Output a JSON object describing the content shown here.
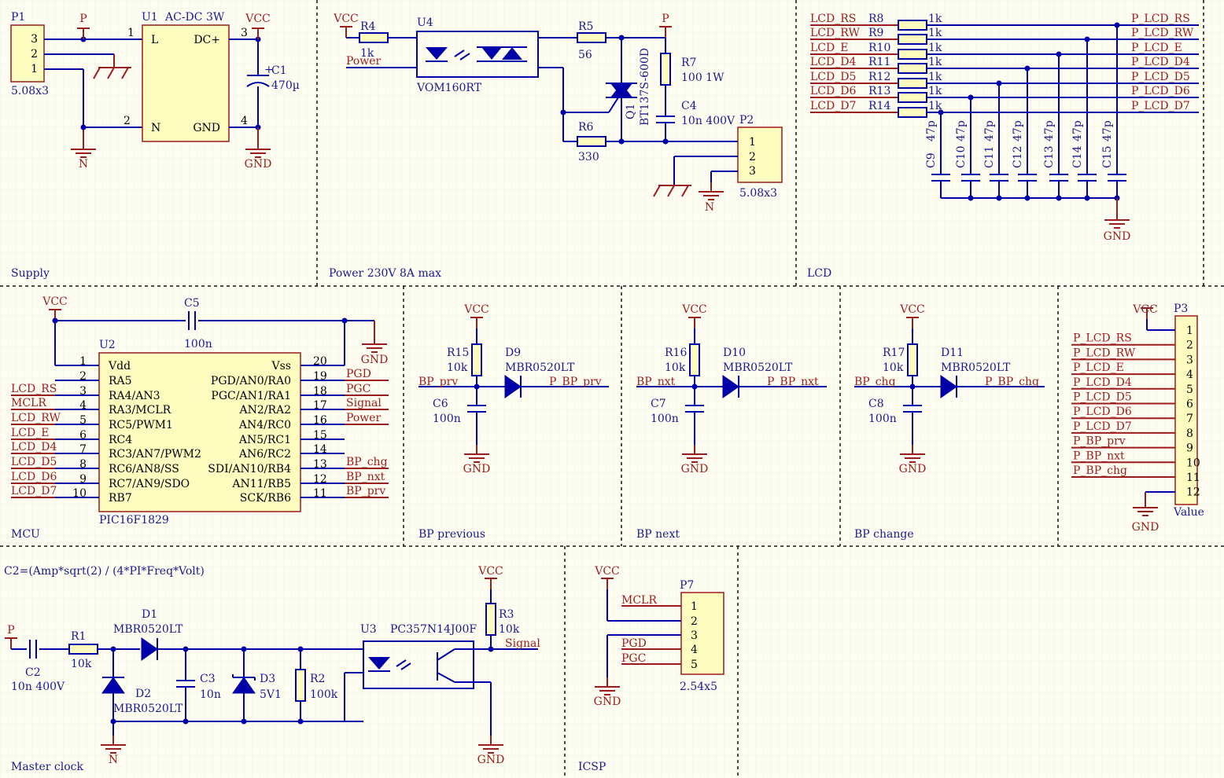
{
  "sheets": {
    "supply": "Supply",
    "power": "Power 230V 8A max",
    "lcd": "LCD",
    "mcu": "MCU",
    "bp_prev": "BP previous",
    "bp_next": "BP next",
    "bp_change": "BP change",
    "master_clock": "Master clock",
    "icsp": "ICSP"
  },
  "formula": "C2=(Amp*sqrt(2) / (4*PI*Freq*Volt)",
  "nets": {
    "vcc": "VCC",
    "gnd": "GND",
    "p": "P",
    "n": "N",
    "power": "Power",
    "signal": "Signal",
    "pgd": "PGD",
    "pgc": "PGC",
    "mclr": "MCLR",
    "bp_prv": "BP_prv",
    "bp_nxt": "BP_nxt",
    "bp_chg": "BP_chg",
    "p_bp_prv": "P_BP_prv",
    "p_bp_nxt": "P_BP_nxt",
    "p_bp_chg": "P_BP_chg",
    "lcd": [
      "LCD_RS",
      "LCD_RW",
      "LCD_E",
      "LCD_D4",
      "LCD_D5",
      "LCD_D6",
      "LCD_D7"
    ],
    "p_lcd": [
      "P_LCD_RS",
      "P_LCD_RW",
      "P_LCD_E",
      "P_LCD_D4",
      "P_LCD_D5",
      "P_LCD_D6",
      "P_LCD_D7"
    ]
  },
  "supply": {
    "p1": {
      "ref": "P1",
      "value": "5.08x3",
      "pins": [
        "3",
        "2",
        "1"
      ]
    },
    "u1": {
      "ref": "U1",
      "value": "AC-DC 3W",
      "pin_l": "L",
      "pin_n": "N",
      "pin_dcp": "DC+",
      "pin_gnd": "GND",
      "pins": [
        "1",
        "2",
        "3",
        "4"
      ]
    },
    "c1": {
      "ref": "C1",
      "value": "470µ",
      "plus": "+"
    }
  },
  "power": {
    "r4": {
      "ref": "R4",
      "value": "1k"
    },
    "u4": {
      "ref": "U4",
      "value": "VOM160RT"
    },
    "r5": {
      "ref": "R5",
      "value": "56"
    },
    "r6": {
      "ref": "R6",
      "value": "330"
    },
    "q1": {
      "ref": "Q1",
      "value": "BT137S-600D"
    },
    "r7": {
      "ref": "R7",
      "value": "100 1W"
    },
    "c4": {
      "ref": "C4",
      "value": "10n 400V"
    },
    "p2": {
      "ref": "P2",
      "value": "5.08x3",
      "pins": [
        "1",
        "2",
        "3"
      ]
    }
  },
  "lcd": {
    "resistors": [
      "R8",
      "R9",
      "R10",
      "R11",
      "R12",
      "R13",
      "R14"
    ],
    "res_value": "1k",
    "caps": [
      "C9",
      "C10",
      "C11",
      "C12",
      "C13",
      "C14",
      "C15"
    ],
    "cap_value": "47p"
  },
  "mcu": {
    "c5": {
      "ref": "C5",
      "value": "100n"
    },
    "u2": {
      "ref": "U2",
      "value": "PIC16F1829"
    },
    "left_pins": [
      {
        "num": "1",
        "name": "Vdd"
      },
      {
        "num": "2",
        "name": "RA5"
      },
      {
        "num": "3",
        "name": "RA4/AN3"
      },
      {
        "num": "4",
        "name": "RA3/MCLR"
      },
      {
        "num": "5",
        "name": "RC5/PWM1"
      },
      {
        "num": "6",
        "name": "RC4"
      },
      {
        "num": "7",
        "name": "RC3/AN7/PWM2"
      },
      {
        "num": "8",
        "name": "RC6/AN8/SS"
      },
      {
        "num": "9",
        "name": "RC7/AN9/SDO"
      },
      {
        "num": "10",
        "name": "RB7"
      }
    ],
    "right_pins": [
      {
        "num": "20",
        "name": "Vss"
      },
      {
        "num": "19",
        "name": "PGD/AN0/RA0"
      },
      {
        "num": "18",
        "name": "PGC/AN1/RA1"
      },
      {
        "num": "17",
        "name": "AN2/RA2"
      },
      {
        "num": "16",
        "name": "AN4/RC0"
      },
      {
        "num": "15",
        "name": "AN5/RC1"
      },
      {
        "num": "14",
        "name": "AN6/RC2"
      },
      {
        "num": "13",
        "name": "SDI/AN10/RB4"
      },
      {
        "num": "12",
        "name": "AN11/RB5"
      },
      {
        "num": "11",
        "name": "SCK/RB6"
      }
    ],
    "left_nets": [
      "",
      "",
      "LCD_RS",
      "MCLR",
      "LCD_RW",
      "LCD_E",
      "LCD_D4",
      "LCD_D5",
      "LCD_D6",
      "LCD_D7"
    ],
    "right_nets": [
      "",
      "PGD",
      "PGC",
      "Signal",
      "Power",
      "",
      "",
      "BP_chg",
      "BP_nxt",
      "BP_prv"
    ]
  },
  "bp": [
    {
      "r": "R15",
      "rv": "10k",
      "d": "D9",
      "dv": "MBR0520LT",
      "c": "C6",
      "cv": "100n",
      "in": "BP_prv",
      "out": "P_BP_prv"
    },
    {
      "r": "R16",
      "rv": "10k",
      "d": "D10",
      "dv": "MBR0520LT",
      "c": "C7",
      "cv": "100n",
      "in": "BP_nxt",
      "out": "P_BP_nxt"
    },
    {
      "r": "R17",
      "rv": "10k",
      "d": "D11",
      "dv": "MBR0520LT",
      "c": "C8",
      "cv": "100n",
      "in": "BP_chg",
      "out": "P_BP_chg"
    }
  ],
  "p3": {
    "ref": "P3",
    "value": "Value",
    "pins": [
      "1",
      "2",
      "3",
      "4",
      "5",
      "6",
      "7",
      "8",
      "9",
      "10",
      "11",
      "12"
    ],
    "nets": [
      "",
      "P_LCD_RS",
      "P_LCD_RW",
      "P_LCD_E",
      "P_LCD_D4",
      "P_LCD_D5",
      "P_LCD_D6",
      "P_LCD_D7",
      "P_BP_prv",
      "P_BP_nxt",
      "P_BP_chg",
      ""
    ]
  },
  "clock": {
    "c2": {
      "ref": "C2",
      "value": "10n 400V"
    },
    "r1": {
      "ref": "R1",
      "value": "10k"
    },
    "d1": {
      "ref": "D1",
      "value": "MBR0520LT"
    },
    "d2": {
      "ref": "D2",
      "value": "MBR0520LT"
    },
    "c3": {
      "ref": "C3",
      "value": "10n"
    },
    "d3": {
      "ref": "D3",
      "value": "5V1"
    },
    "r2": {
      "ref": "R2",
      "value": "100k"
    },
    "u3": {
      "ref": "U3",
      "value": "PC357N14J00F"
    },
    "r3": {
      "ref": "R3",
      "value": "10k"
    }
  },
  "icsp": {
    "p7": {
      "ref": "P7",
      "value": "2.54x5",
      "pins": [
        "1",
        "2",
        "3",
        "4",
        "5"
      ]
    },
    "nets": [
      "MCLR",
      "PGD",
      "PGC"
    ]
  }
}
